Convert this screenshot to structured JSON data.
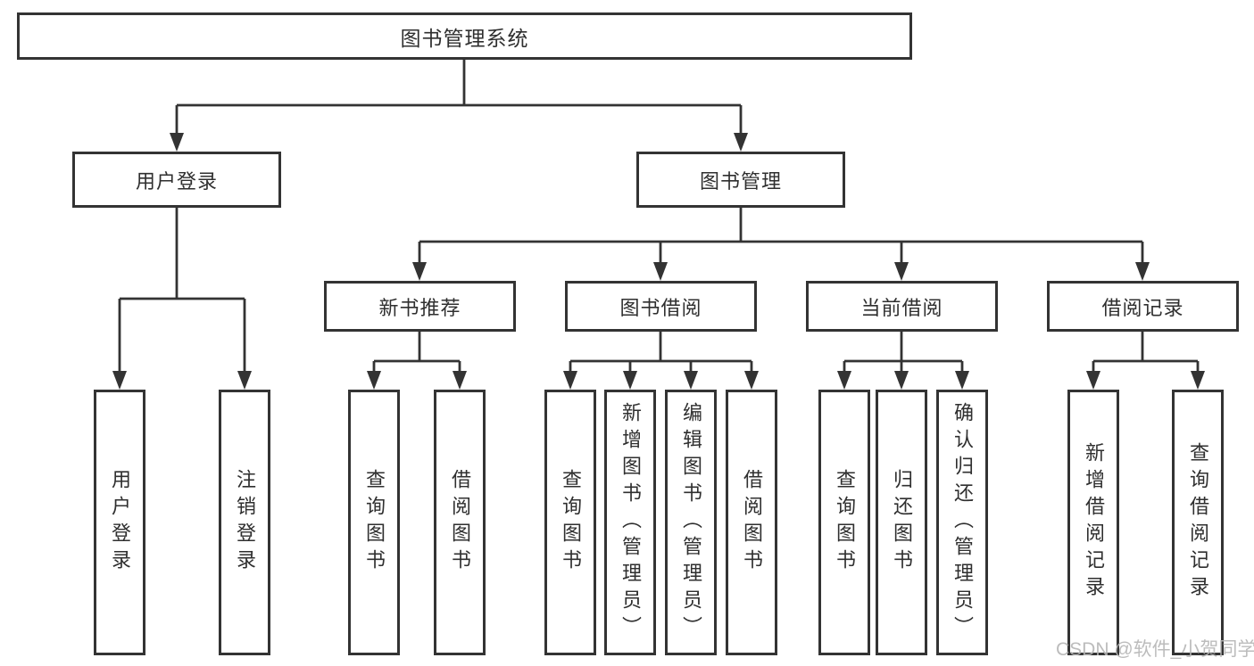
{
  "diagram": {
    "root": "图书管理系统",
    "level2": [
      "用户登录",
      "图书管理"
    ],
    "level3": [
      "新书推荐",
      "图书借阅",
      "当前借阅",
      "借阅记录"
    ],
    "leaves": {
      "user_login": [
        "用户登录",
        "注销登录"
      ],
      "new_book_recommend": [
        "查询图书",
        "借阅图书"
      ],
      "book_borrow": [
        "查询图书",
        "新增图书（管理员）",
        "编辑图书（管理员）",
        "借阅图书"
      ],
      "current_borrow": [
        "查询图书",
        "归还图书",
        "确认归还（管理员）"
      ],
      "borrow_record": [
        "新增借阅记录",
        "查询借阅记录"
      ]
    }
  },
  "watermark": "CSDN @软件_小贺同学",
  "colors": {
    "line": "#333333",
    "text": "#2f2f2f",
    "watermark": "#b5b5b5",
    "background": "#ffffff"
  }
}
